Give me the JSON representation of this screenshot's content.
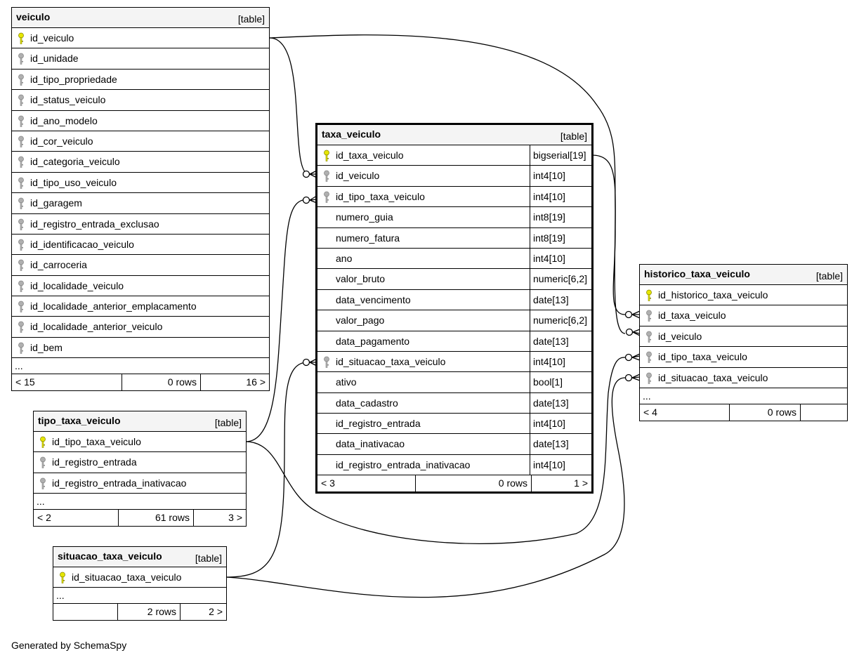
{
  "generated_by": "Generated by SchemaSpy",
  "colors": {
    "primary_key": "#e6e600",
    "foreign_key": "#b0b0b0",
    "header_bg": "#f4f4f4"
  },
  "tables": {
    "veiculo": {
      "name": "veiculo",
      "type": "[table]",
      "columns": [
        {
          "name": "id_veiculo",
          "icon": "primary-key"
        },
        {
          "name": "id_unidade",
          "icon": "foreign-key"
        },
        {
          "name": "id_tipo_propriedade",
          "icon": "foreign-key"
        },
        {
          "name": "id_status_veiculo",
          "icon": "foreign-key"
        },
        {
          "name": "id_ano_modelo",
          "icon": "foreign-key"
        },
        {
          "name": "id_cor_veiculo",
          "icon": "foreign-key"
        },
        {
          "name": "id_categoria_veiculo",
          "icon": "foreign-key"
        },
        {
          "name": "id_tipo_uso_veiculo",
          "icon": "foreign-key"
        },
        {
          "name": "id_garagem",
          "icon": "foreign-key"
        },
        {
          "name": "id_registro_entrada_exclusao",
          "icon": "foreign-key"
        },
        {
          "name": "id_identificacao_veiculo",
          "icon": "foreign-key"
        },
        {
          "name": "id_carroceria",
          "icon": "foreign-key"
        },
        {
          "name": "id_localidade_veiculo",
          "icon": "foreign-key"
        },
        {
          "name": "id_localidade_anterior_emplacamento",
          "icon": "foreign-key"
        },
        {
          "name": "id_localidade_anterior_veiculo",
          "icon": "foreign-key"
        },
        {
          "name": "id_bem",
          "icon": "foreign-key"
        }
      ],
      "more": "...",
      "footer": {
        "left": "< 15",
        "middle": "0 rows",
        "right": "16 >"
      }
    },
    "taxa_veiculo": {
      "name": "taxa_veiculo",
      "type": "[table]",
      "columns": [
        {
          "name": "id_taxa_veiculo",
          "type": "bigserial[19]",
          "icon": "primary-key"
        },
        {
          "name": "id_veiculo",
          "type": "int4[10]",
          "icon": "foreign-key"
        },
        {
          "name": "id_tipo_taxa_veiculo",
          "type": "int4[10]",
          "icon": "foreign-key"
        },
        {
          "name": "numero_guia",
          "type": "int8[19]",
          "icon": ""
        },
        {
          "name": "numero_fatura",
          "type": "int8[19]",
          "icon": ""
        },
        {
          "name": "ano",
          "type": "int4[10]",
          "icon": ""
        },
        {
          "name": "valor_bruto",
          "type": "numeric[6,2]",
          "icon": ""
        },
        {
          "name": "data_vencimento",
          "type": "date[13]",
          "icon": ""
        },
        {
          "name": "valor_pago",
          "type": "numeric[6,2]",
          "icon": ""
        },
        {
          "name": "data_pagamento",
          "type": "date[13]",
          "icon": ""
        },
        {
          "name": "id_situacao_taxa_veiculo",
          "type": "int4[10]",
          "icon": "foreign-key"
        },
        {
          "name": "ativo",
          "type": "bool[1]",
          "icon": ""
        },
        {
          "name": "data_cadastro",
          "type": "date[13]",
          "icon": ""
        },
        {
          "name": "id_registro_entrada",
          "type": "int4[10]",
          "icon": ""
        },
        {
          "name": "data_inativacao",
          "type": "date[13]",
          "icon": ""
        },
        {
          "name": "id_registro_entrada_inativacao",
          "type": "int4[10]",
          "icon": ""
        }
      ],
      "footer": {
        "left": "< 3",
        "middle": "0 rows",
        "right": "1 >"
      }
    },
    "historico_taxa_veiculo": {
      "name": "historico_taxa_veiculo",
      "type": "[table]",
      "columns": [
        {
          "name": "id_historico_taxa_veiculo",
          "icon": "primary-key"
        },
        {
          "name": "id_taxa_veiculo",
          "icon": "foreign-key"
        },
        {
          "name": "id_veiculo",
          "icon": "foreign-key"
        },
        {
          "name": "id_tipo_taxa_veiculo",
          "icon": "foreign-key"
        },
        {
          "name": "id_situacao_taxa_veiculo",
          "icon": "foreign-key"
        }
      ],
      "more": "...",
      "footer": {
        "left": "< 4",
        "middle": "0 rows",
        "right": ""
      }
    },
    "tipo_taxa_veiculo": {
      "name": "tipo_taxa_veiculo",
      "type": "[table]",
      "columns": [
        {
          "name": "id_tipo_taxa_veiculo",
          "icon": "primary-key"
        },
        {
          "name": "id_registro_entrada",
          "icon": "foreign-key"
        },
        {
          "name": "id_registro_entrada_inativacao",
          "icon": "foreign-key"
        }
      ],
      "more": "...",
      "footer": {
        "left": "< 2",
        "middle": "61 rows",
        "right": "3 >"
      }
    },
    "situacao_taxa_veiculo": {
      "name": "situacao_taxa_veiculo",
      "type": "[table]",
      "columns": [
        {
          "name": "id_situacao_taxa_veiculo",
          "icon": "primary-key"
        }
      ],
      "more": "...",
      "footer": {
        "left": "",
        "middle": "2 rows",
        "right": "2 >"
      }
    }
  }
}
